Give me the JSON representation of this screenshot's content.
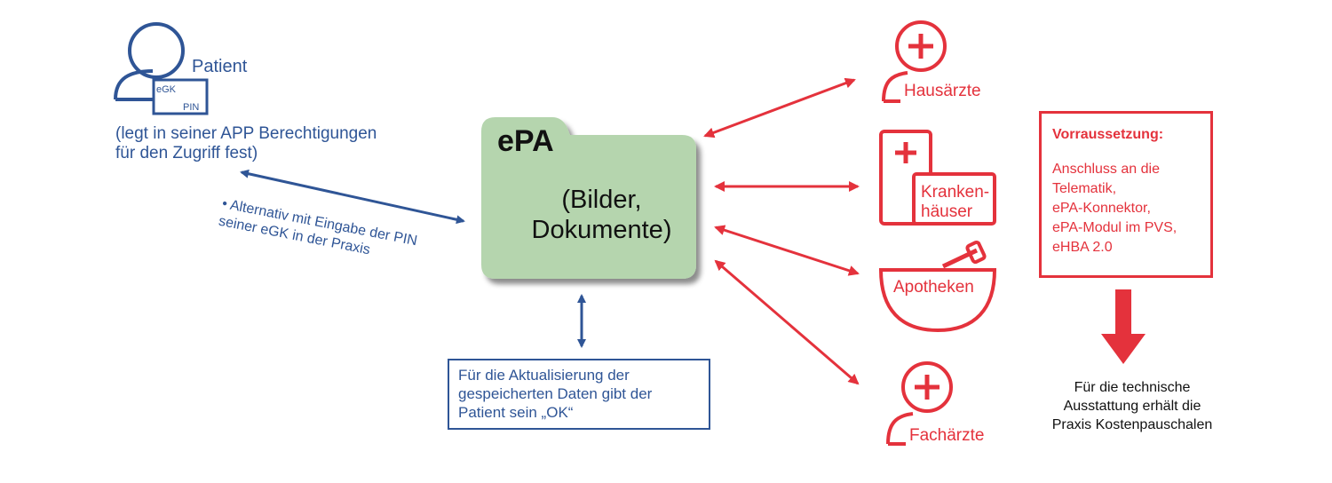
{
  "patient": {
    "label": "Patient",
    "card_egk": "eGK",
    "card_pin": "PIN",
    "note_lines": [
      "(legt in seiner APP Berechtigungen",
      "für den Zugriff fest)"
    ]
  },
  "alternative_note_lines": [
    "• Alternativ mit Eingabe der PIN",
    "seiner eGK in der Praxis"
  ],
  "epa": {
    "title": "ePA",
    "content_lines": [
      "(Bilder,",
      "Dokumente)"
    ]
  },
  "update_note_lines": [
    "Für die Aktualisierung der",
    "gespeicherten Daten gibt der",
    "Patient sein „OK“"
  ],
  "providers": {
    "hausaerzte": "Hausärzte",
    "krankenhaeuser_lines": [
      "Kranken-",
      "häuser"
    ],
    "apotheken": "Apotheken",
    "fachaerzte": "Fachärzte"
  },
  "requirements": {
    "title": "Vorraussetzung:",
    "items": [
      "Anschluss an die",
      "Telematik,",
      "ePA-Konnektor,",
      "ePA-Modul im PVS,",
      "eHBA 2.0"
    ]
  },
  "outcome_lines": [
    "Für die technische",
    "Ausstattung erhält die",
    "Praxis Kostenpauschalen"
  ],
  "colors": {
    "patient_blue": "#2f5596",
    "provider_red": "#e4323c",
    "folder_green": "#b5d5ae"
  },
  "icons": {
    "patient": "person-outline-icon",
    "card": "health-card-icon",
    "folder": "folder-icon",
    "doctor": "person-plus-icon",
    "hospital": "hospital-building-icon",
    "pharmacy": "mortar-pestle-icon"
  }
}
